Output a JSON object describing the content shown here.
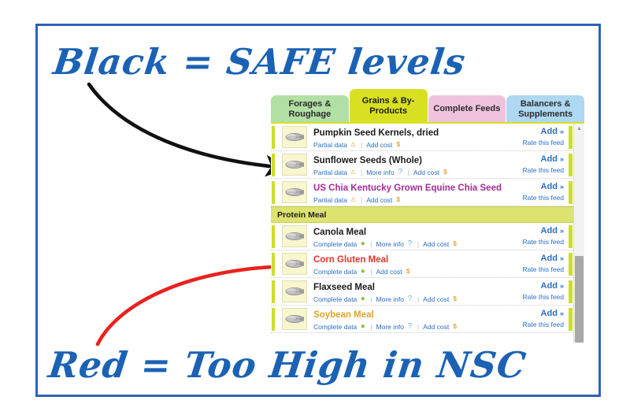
{
  "annotations": {
    "top_note": "Black = SAFE levels",
    "bottom_note": "Red = Too High in NSC",
    "top_arrow_color": "#111111",
    "bottom_arrow_color": "#e8221f",
    "frame_color": "#2f62b5",
    "ink_color": "#1b62b5"
  },
  "app": {
    "tabs": [
      {
        "label": "Forages & Roughage",
        "color": "#b2dfa4",
        "active": false
      },
      {
        "label": "Grains & By-Products",
        "color": "#d9e021",
        "active": true
      },
      {
        "label": "Complete Feeds",
        "color": "#efc3de",
        "active": false
      },
      {
        "label": "Balancers & Supplements",
        "color": "#aed8f2",
        "active": false
      }
    ],
    "labels": {
      "add": "Add",
      "add_chevron": "»",
      "rate": "Rate this feed",
      "partial_data": "Partial data",
      "complete_data": "Complete data",
      "more_info": "More info",
      "add_cost": "Add cost",
      "separator": "|"
    },
    "icons": {
      "warning": "⚠",
      "ok": "●",
      "info": "?",
      "cost": "$",
      "scroll_up": "▲"
    },
    "rows": [
      {
        "type": "feed",
        "name": "Pumpkin Seed Kernels, dried",
        "name_color": "black",
        "data_status": "Partial data",
        "status_kind": "partial",
        "has_more_info": false,
        "has_add_cost": true
      },
      {
        "type": "feed",
        "name": "Sunflower Seeds (Whole)",
        "name_color": "black",
        "data_status": "Partial data",
        "status_kind": "partial",
        "has_more_info": true,
        "has_add_cost": true
      },
      {
        "type": "feed",
        "name": "US Chia Kentucky Grown Equine Chia Seed",
        "name_color": "magenta",
        "data_status": "Partial data",
        "status_kind": "partial",
        "has_more_info": false,
        "has_add_cost": true
      },
      {
        "type": "group",
        "name": "Protein Meal"
      },
      {
        "type": "feed",
        "name": "Canola Meal",
        "name_color": "black",
        "data_status": "Complete data",
        "status_kind": "complete",
        "has_more_info": true,
        "has_add_cost": true
      },
      {
        "type": "feed",
        "name": "Corn Gluten Meal",
        "name_color": "red",
        "data_status": "Complete data",
        "status_kind": "complete",
        "has_more_info": false,
        "has_add_cost": true
      },
      {
        "type": "feed",
        "name": "Flaxseed Meal",
        "name_color": "black",
        "data_status": "Complete data",
        "status_kind": "complete",
        "has_more_info": true,
        "has_add_cost": true
      },
      {
        "type": "feed",
        "name": "Soybean Meal",
        "name_color": "orange",
        "data_status": "Complete data",
        "status_kind": "complete",
        "has_more_info": true,
        "has_add_cost": true
      }
    ]
  }
}
